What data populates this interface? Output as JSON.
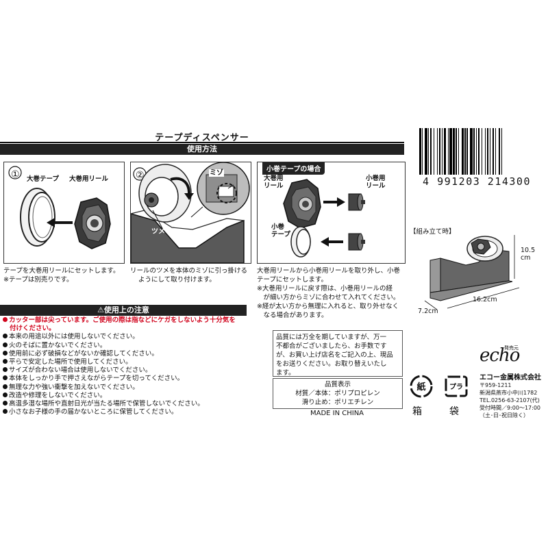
{
  "title": "テープディスペンサー",
  "usage_header": "使用方法",
  "step1": {
    "num": "①",
    "label_tape": "大巻テープ",
    "label_reel": "大巻用リール",
    "caption": [
      "テープを大巻用リールにセットします。",
      "※テープは別売りです。"
    ]
  },
  "step2": {
    "num": "②",
    "label_mizo": "ミゾ",
    "label_tsume": "ツメ",
    "caption": [
      "リールのツメを本体のミゾに引っ掛ける",
      "ようにして取り付けます。"
    ]
  },
  "small_tape": {
    "header": "小巻テープの場合",
    "label_large_reel": [
      "大巻用",
      "リール"
    ],
    "label_small_reel": [
      "小巻用",
      "リール"
    ],
    "label_small_tape": [
      "小巻",
      "テープ"
    ],
    "caption": [
      "大巻用リールから小巻用リールを取り外し、小巻",
      "テープにセットします。",
      "※大巻用リールに戻す際は、小巻用リールの経",
      "　が細い方からミゾに合わせて入れてください。",
      "※経が太い方から無理に入れると、取り外せなく",
      "　なる場合があります。"
    ]
  },
  "warnings": {
    "header": "⚠使用上の注意",
    "red": [
      "カッター部は尖っています。ご使用の際は指などにケガをしないよう十分気を",
      "付けください。"
    ],
    "items": [
      "本来の用途以外には使用しないでください。",
      "火のそばに置かないでください。",
      "使用前に必ず破損などがないか確認してください。",
      "平らで安定した場所で使用してください。",
      "サイズが合わない場合は使用しないでください。",
      "本体をしっかり手で押さえながらテープを切ってください。",
      "無理な力や強い衝撃を加えないでください。",
      "改造や修理をしないでください。",
      "高温多湿な場所や直射日光が当たる場所で保管しないでください。",
      "小さなお子様の手の届かないところに保管してください。"
    ]
  },
  "quality_note": [
    "品質には万全を期していますが、万一",
    "不都合がございましたら、お手数です",
    "が、お買い上げ店名をご記入の上、現品",
    "をお送りください。お取り替えいたし",
    "ます。"
  ],
  "quality_label": {
    "title": "品質表示",
    "material": "材質／本体：ポリプロピレン",
    "antislip": "滑り止め：ポリエチレン"
  },
  "made_in": "MADE IN CHINA",
  "barcode_number": "4 991203 214300",
  "assembled": {
    "label": "【組み立て時】",
    "height": "10.5\ncm",
    "width": "16.2cm",
    "depth": "7.2cm"
  },
  "recycle": {
    "paper_mark": "紙",
    "paper_label": "箱",
    "plastic_mark": "プラ",
    "plastic_label": "袋"
  },
  "company": {
    "seller_label": "発売元",
    "logo": "echo",
    "name": "エコー金属株式会社",
    "zip": "〒959-1211",
    "address": "新潟県燕市小中川1782",
    "tel": "TEL.0256-63-2107(代)",
    "hours": "受付時間／9:00～17:00",
    "closed": "（土･日･祝日除く）"
  }
}
